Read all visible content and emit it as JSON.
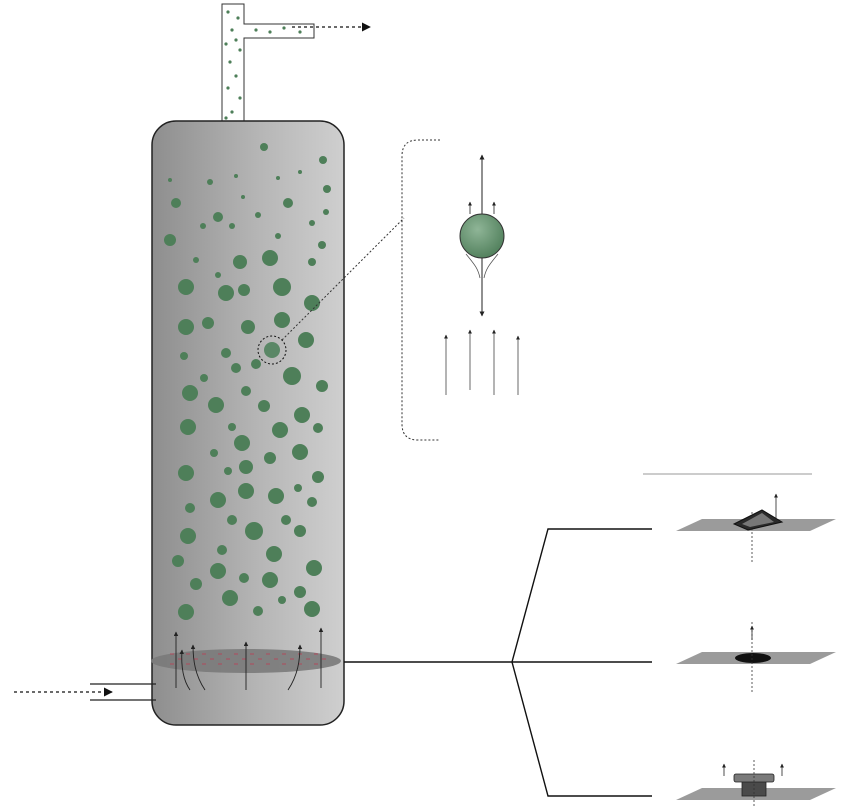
{
  "colors": {
    "column_fill_dark": "#8e8e8e",
    "column_fill_light": "#c4c4c4",
    "particle": "#4e7f59",
    "distributor_plate": "#7a7a7a",
    "tray_plate": "#8a8a8a",
    "outline": "#1a1a1a"
  },
  "icons": {
    "flow_arrow": "arrow-right-icon",
    "force_arrow": "arrow-up-icon"
  },
  "components": {
    "column": "fluidized-bed-column",
    "inlet": "gas-inlet-pipe",
    "outlet": "gas-outlet-pipe",
    "distributor": "gas-distributor-plate",
    "detail": "particle-force-detail",
    "variants": [
      "bubble-cap-distributor",
      "perforated-plate-distributor",
      "tuyere-nozzle-distributor"
    ]
  }
}
